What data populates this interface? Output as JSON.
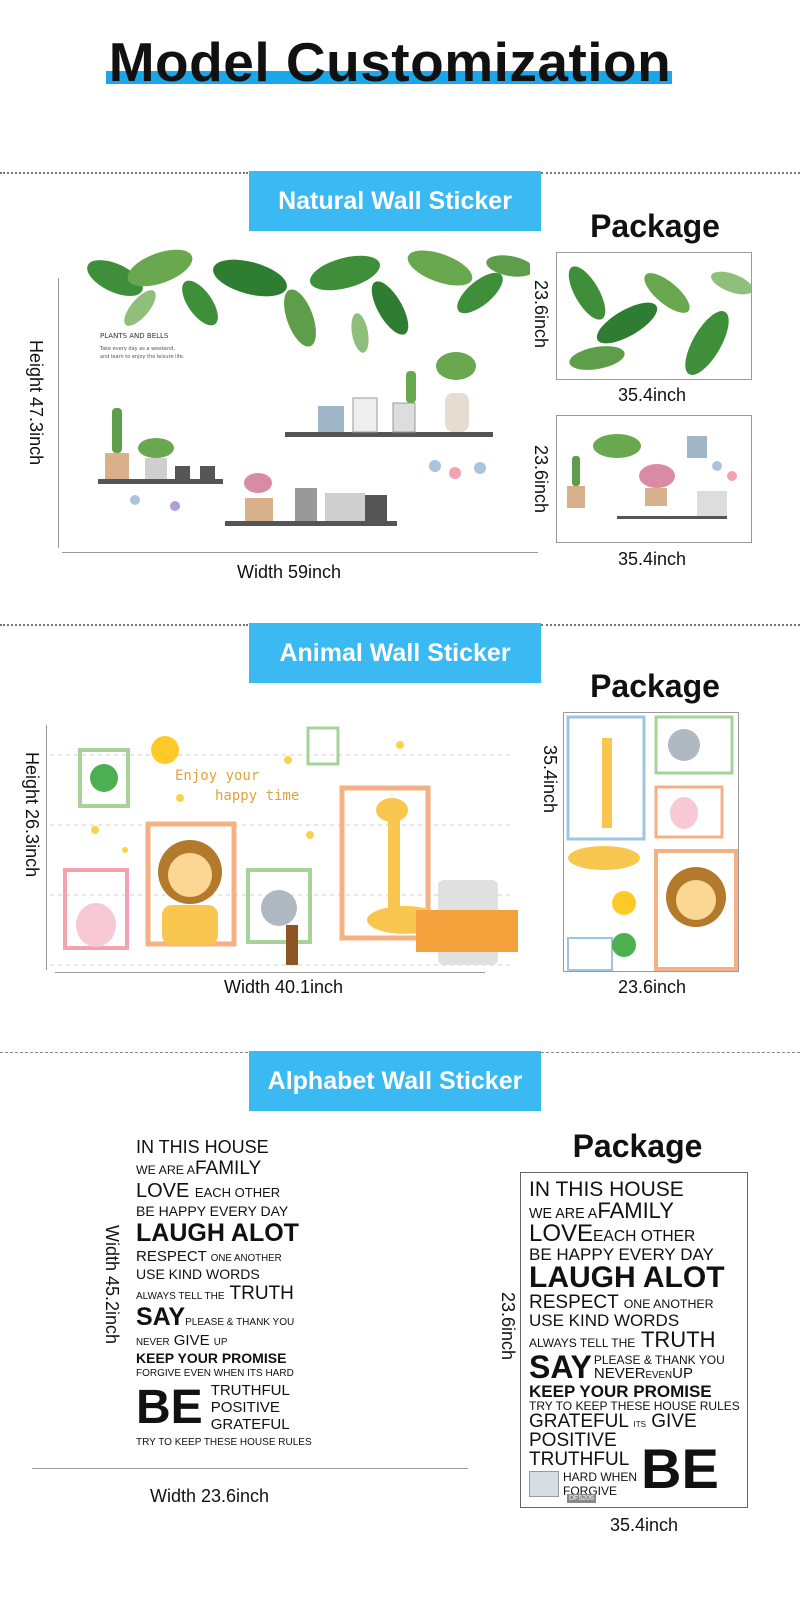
{
  "header": {
    "title": "Model Customization"
  },
  "sections": {
    "natural": {
      "label": "Natural Wall Sticker",
      "height": "Height 47.3inch",
      "width": "Width 59inch",
      "package_title": "Package",
      "package": [
        {
          "side": "23.6inch",
          "bottom": "35.4inch"
        },
        {
          "side": "23.6inch",
          "bottom": "35.4inch"
        }
      ],
      "art_text": {
        "heading": "PLANTS AND BELLS",
        "line1": "Take every day as a weekend,",
        "line2": "and learn to enjoy the leisure life."
      }
    },
    "animal": {
      "label": "Animal Wall Sticker",
      "height": "Height 26.3inch",
      "width": "Width 40.1inch",
      "package_title": "Package",
      "package_side": "35.4inch",
      "package_bottom": "23.6inch",
      "art_text": {
        "line1": "Enjoy your",
        "line2": "happy time"
      }
    },
    "alphabet": {
      "label": "Alphabet Wall Sticker",
      "height": "Width 45.2inch",
      "width": "Width 23.6inch",
      "package_title": "Package",
      "package_side": "23.6inch",
      "package_bottom": "35.4inch",
      "quote": {
        "l1": "IN THIS HOUSE",
        "l2a": "WE ARE A",
        "l2b": "FAMILY",
        "l3a": "LOVE",
        "l3b": "EACH OTHER",
        "l4": "BE HAPPY EVERY DAY",
        "l5": "LAUGH ALOT",
        "l6a": "RESPECT",
        "l6b": "ONE ANOTHER",
        "l7": "USE KIND WORDS",
        "l8a": "ALWAYS TELL THE",
        "l8b": "TRUTH",
        "l9a": "SAY",
        "l9b": "PLEASE & THANK YOU",
        "l10a": "NEVER",
        "l10b": "GIVE",
        "l10c": "UP",
        "l11": "KEEP YOUR PROMISE",
        "l12": "FORGIVE EVEN WHEN ITS HARD",
        "be": "BE",
        "b1": "TRUTHFUL",
        "b2": "POSITIVE",
        "b3": "GRATEFUL",
        "l13": "TRY TO KEEP THESE HOUSE RULES"
      },
      "pkg_quote": {
        "p1": "IN THIS HOUSE",
        "p2a": "WE ARE A",
        "p2b": "FAMILY",
        "p3a": "LOVE",
        "p3b": "EACH OTHER",
        "p4": "BE HAPPY EVERY DAY",
        "p5": "LAUGH ALOT",
        "p6a": "RESPECT",
        "p6b": "ONE ANOTHER",
        "p7": "USE KIND WORDS",
        "p8a": "ALWAYS TELL THE",
        "p8b": "TRUTH",
        "p9a": "SAY",
        "p9b": "PLEASE & THANK YOU",
        "p9c": "NEVER",
        "p9d": "EVEN",
        "p9e": "UP",
        "p10": "KEEP YOUR PROMISE",
        "p11": "TRY TO KEEP THESE HOUSE RULES",
        "p12a": "GRATEFUL",
        "p12b": "ITS",
        "p12c": "GIVE",
        "p13": "POSITIVE",
        "p14": "TRUTHFUL",
        "p15a": "HARD WHEN",
        "p15b": "FORGIVE",
        "p16": "BE",
        "code": "DF5206"
      }
    }
  },
  "colors": {
    "accent": "#1aa6e8",
    "banner": "#3bb9f2",
    "leaf": "#3f8f3a",
    "orange": "#f4a13b"
  }
}
